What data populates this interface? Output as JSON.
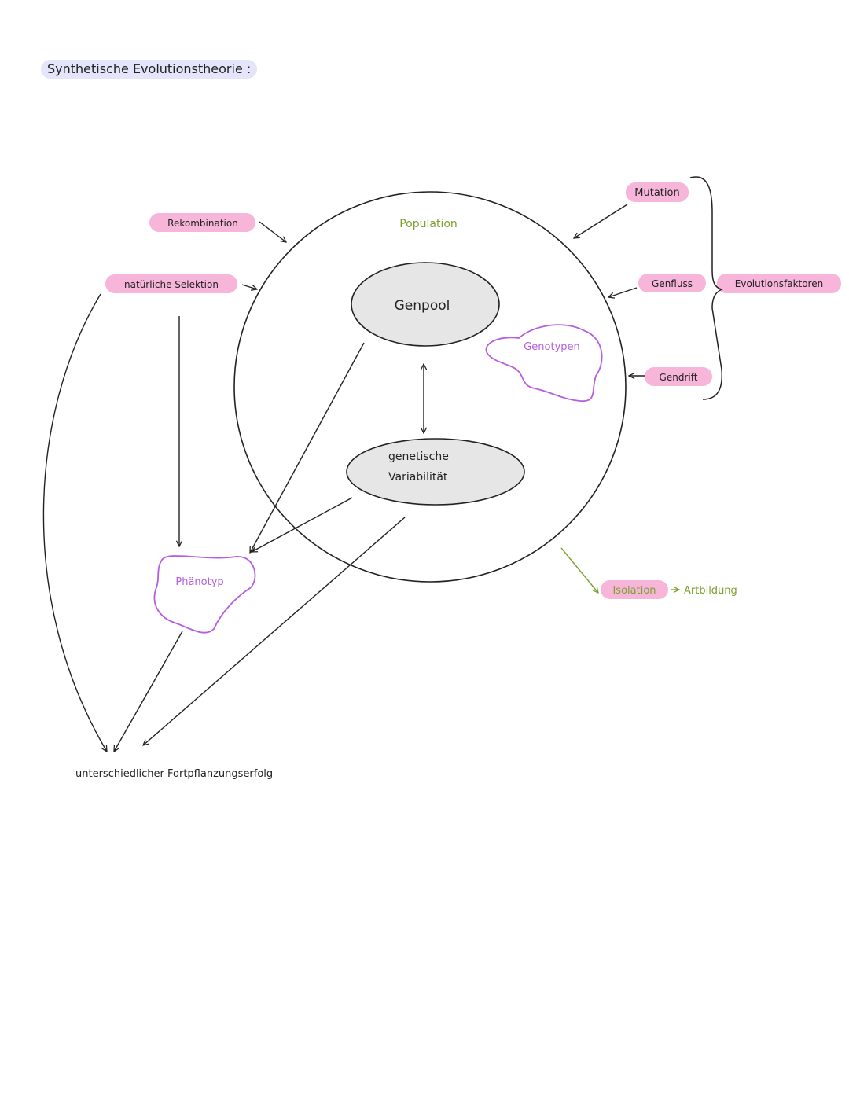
{
  "title": "Synthetische Evolutionstheorie :",
  "nodes": {
    "population": "Population",
    "genpool": "Genpool",
    "variability_line1": "genetische",
    "variability_line2": "Variabilität",
    "genotypes": "Genotypen",
    "phenotype": "Phänotyp",
    "recombination": "Rekombination",
    "natural_selection": "natürliche Selektion",
    "mutation": "Mutation",
    "gene_flow": "Genfluss",
    "genetic_drift": "Gendrift",
    "evolution_factors": "Evolutionsfaktoren",
    "isolation": "Isolation",
    "speciation": "Artbildung",
    "reproductive_success": "unterschiedlicher Fortpflanzungserfolg"
  },
  "colors": {
    "pink": "#f7b5d9",
    "title_bg": "#e3e6fb",
    "gray_fill": "#e6e6e6",
    "green": "#7aa12e",
    "purple": "#b55ee0",
    "ink": "#222222"
  }
}
